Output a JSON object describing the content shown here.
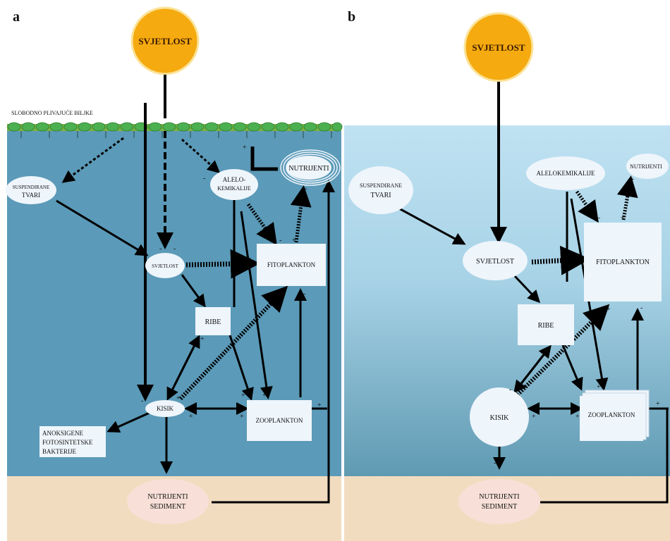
{
  "panel_a": {
    "letter": "a",
    "sun": "SVJETLOST",
    "floating_plants": "SLOBODNO PLIVAJUĆE BILJKE",
    "suspended_1": "SUSPENDIRANE",
    "suspended_2": "TVARI",
    "allelo_1": "ALELO-",
    "allelo_2": "KEMIKALIJE",
    "nutrients": "NUTRIJENTI",
    "light": "SVJETLOST",
    "phyto": "FITOPLANKTON",
    "fish": "RIBE",
    "oxygen": "KISIK",
    "zoo": "ZOOPLANKTON",
    "anox_1": "ANOKSIGENE",
    "anox_2": "FOTOSINTETSKE",
    "anox_3": "BAKTERIJE",
    "sed_1": "NUTRIJENTI",
    "sed_2": "SEDIMENT"
  },
  "panel_b": {
    "letter": "b",
    "sun": "SVJETLOST",
    "suspended_1": "SUSPENDIRANE",
    "suspended_2": "TVARI",
    "allelo": "ALELOKEMIKALIJE",
    "nutrients": "NUTRIJENTI",
    "light": "SVJETLOST",
    "phyto": "FITOPLANKTON",
    "fish": "RIBE",
    "oxygen": "KISIK",
    "zoo": "ZOOPLANKTON",
    "sed_1": "NUTRIJENTI",
    "sed_2": "SEDIMENT"
  },
  "signs": {
    "plus": "+",
    "minus": "-"
  },
  "colors": {
    "water_a": "#5b9ab8",
    "water_b_top": "#b9def0",
    "water_b_bottom": "#5f9ab2",
    "sediment": "#f2dcc0",
    "sun": "#f5aa10",
    "node": "#eef5fb",
    "sediment_node": "#f8e0d8",
    "arrow": "#000000"
  }
}
